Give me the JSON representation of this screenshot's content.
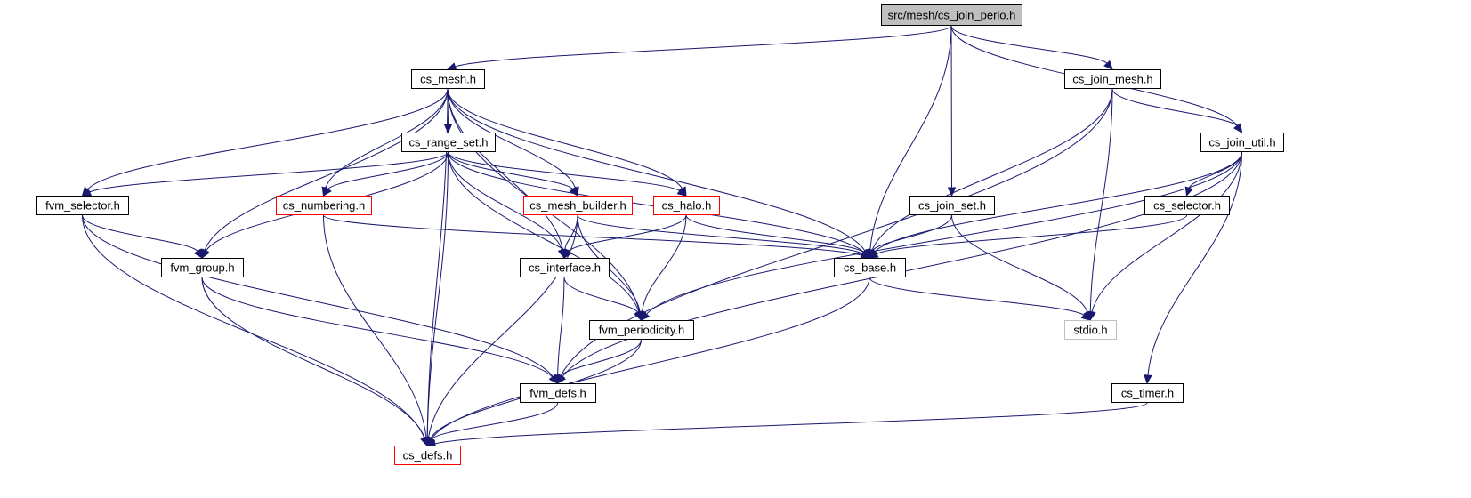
{
  "colors": {
    "edge": "#191970",
    "box_border_default": "#000000",
    "box_border_truncated": "#ff0000",
    "box_border_external": "#bfbfbf",
    "box_fill_root": "#bfbfbf",
    "box_fill_default": "#ffffff"
  },
  "nodes": [
    {
      "id": "cs_join_perio",
      "label": "src/mesh/cs_join_perio.h",
      "style": "root"
    },
    {
      "id": "cs_mesh",
      "label": "cs_mesh.h",
      "style": "default"
    },
    {
      "id": "cs_join_mesh",
      "label": "cs_join_mesh.h",
      "style": "default"
    },
    {
      "id": "cs_range_set",
      "label": "cs_range_set.h",
      "style": "default"
    },
    {
      "id": "cs_join_util",
      "label": "cs_join_util.h",
      "style": "default"
    },
    {
      "id": "fvm_selector",
      "label": "fvm_selector.h",
      "style": "default"
    },
    {
      "id": "cs_numbering",
      "label": "cs_numbering.h",
      "style": "truncated"
    },
    {
      "id": "cs_mesh_builder",
      "label": "cs_mesh_builder.h",
      "style": "truncated"
    },
    {
      "id": "cs_halo",
      "label": "cs_halo.h",
      "style": "truncated"
    },
    {
      "id": "cs_join_set",
      "label": "cs_join_set.h",
      "style": "default"
    },
    {
      "id": "cs_selector",
      "label": "cs_selector.h",
      "style": "default"
    },
    {
      "id": "fvm_group",
      "label": "fvm_group.h",
      "style": "default"
    },
    {
      "id": "cs_interface",
      "label": "cs_interface.h",
      "style": "default"
    },
    {
      "id": "cs_base",
      "label": "cs_base.h",
      "style": "default"
    },
    {
      "id": "fvm_periodicity",
      "label": "fvm_periodicity.h",
      "style": "default"
    },
    {
      "id": "stdio",
      "label": "stdio.h",
      "style": "external"
    },
    {
      "id": "fvm_defs",
      "label": "fvm_defs.h",
      "style": "default"
    },
    {
      "id": "cs_timer",
      "label": "cs_timer.h",
      "style": "default"
    },
    {
      "id": "cs_defs",
      "label": "cs_defs.h",
      "style": "truncated"
    }
  ],
  "edges": [
    [
      "cs_join_perio",
      "cs_mesh"
    ],
    [
      "cs_join_perio",
      "cs_base"
    ],
    [
      "cs_join_perio",
      "cs_join_set"
    ],
    [
      "cs_join_perio",
      "cs_join_mesh"
    ],
    [
      "cs_join_perio",
      "cs_join_util"
    ],
    [
      "cs_mesh",
      "cs_range_set"
    ],
    [
      "cs_mesh",
      "fvm_selector"
    ],
    [
      "cs_mesh",
      "fvm_group"
    ],
    [
      "cs_mesh",
      "cs_numbering"
    ],
    [
      "cs_mesh",
      "cs_mesh_builder"
    ],
    [
      "cs_mesh",
      "cs_halo"
    ],
    [
      "cs_mesh",
      "cs_interface"
    ],
    [
      "cs_mesh",
      "cs_base"
    ],
    [
      "cs_mesh",
      "fvm_periodicity"
    ],
    [
      "cs_mesh",
      "cs_defs"
    ],
    [
      "cs_range_set",
      "fvm_selector"
    ],
    [
      "cs_range_set",
      "fvm_group"
    ],
    [
      "cs_range_set",
      "cs_numbering"
    ],
    [
      "cs_range_set",
      "cs_mesh_builder"
    ],
    [
      "cs_range_set",
      "cs_halo"
    ],
    [
      "cs_range_set",
      "cs_interface"
    ],
    [
      "cs_range_set",
      "cs_base"
    ],
    [
      "cs_range_set",
      "fvm_periodicity"
    ],
    [
      "cs_range_set",
      "cs_defs"
    ],
    [
      "fvm_selector",
      "fvm_group"
    ],
    [
      "fvm_selector",
      "fvm_defs"
    ],
    [
      "fvm_selector",
      "cs_defs"
    ],
    [
      "fvm_group",
      "fvm_defs"
    ],
    [
      "fvm_group",
      "cs_defs"
    ],
    [
      "cs_numbering",
      "cs_base"
    ],
    [
      "cs_numbering",
      "cs_defs"
    ],
    [
      "cs_mesh_builder",
      "cs_interface"
    ],
    [
      "cs_mesh_builder",
      "cs_base"
    ],
    [
      "cs_mesh_builder",
      "fvm_periodicity"
    ],
    [
      "cs_mesh_builder",
      "cs_defs"
    ],
    [
      "cs_halo",
      "cs_interface"
    ],
    [
      "cs_halo",
      "cs_base"
    ],
    [
      "cs_halo",
      "fvm_periodicity"
    ],
    [
      "cs_interface",
      "fvm_periodicity"
    ],
    [
      "cs_interface",
      "fvm_defs"
    ],
    [
      "fvm_periodicity",
      "fvm_defs"
    ],
    [
      "fvm_periodicity",
      "cs_defs"
    ],
    [
      "fvm_defs",
      "cs_defs"
    ],
    [
      "cs_base",
      "stdio"
    ],
    [
      "cs_base",
      "cs_defs"
    ],
    [
      "cs_join_set",
      "cs_base"
    ],
    [
      "cs_join_set",
      "stdio"
    ],
    [
      "cs_join_mesh",
      "cs_join_util"
    ],
    [
      "cs_join_mesh",
      "cs_base"
    ],
    [
      "cs_join_mesh",
      "stdio"
    ],
    [
      "cs_join_mesh",
      "fvm_defs"
    ],
    [
      "cs_join_util",
      "cs_selector"
    ],
    [
      "cs_join_util",
      "cs_base"
    ],
    [
      "cs_join_util",
      "fvm_periodicity"
    ],
    [
      "cs_join_util",
      "stdio"
    ],
    [
      "cs_join_util",
      "fvm_defs"
    ],
    [
      "cs_join_util",
      "cs_timer"
    ],
    [
      "cs_selector",
      "cs_base"
    ],
    [
      "cs_timer",
      "cs_defs"
    ]
  ]
}
